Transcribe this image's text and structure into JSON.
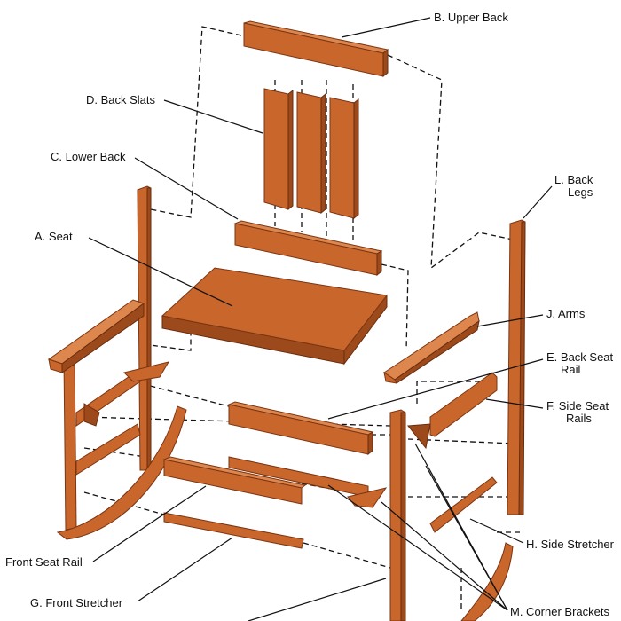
{
  "title": "Rocking chair exploded assembly diagram",
  "labels": {
    "upper_back": "B. Upper Back",
    "back_slats": "D. Back Slats",
    "lower_back": "C. Lower Back",
    "seat": "A. Seat",
    "back_legs_1": "L. Back",
    "back_legs_2": "Legs",
    "arms": "J. Arms",
    "back_seat_rail_1": "E. Back Seat",
    "back_seat_rail_2": "Rail",
    "side_seat_rails_1": "F. Side Seat",
    "side_seat_rails_2": "Rails",
    "side_stretcher": "H. Side Stretcher",
    "front_seat_rail": "Front Seat Rail",
    "front_stretcher": "G. Front Stretcher",
    "corner_brackets": "M. Corner Brackets"
  },
  "colors": {
    "wood": "#c8662c",
    "wood_light": "#dd874e",
    "wood_dark": "#9c4a1c"
  }
}
